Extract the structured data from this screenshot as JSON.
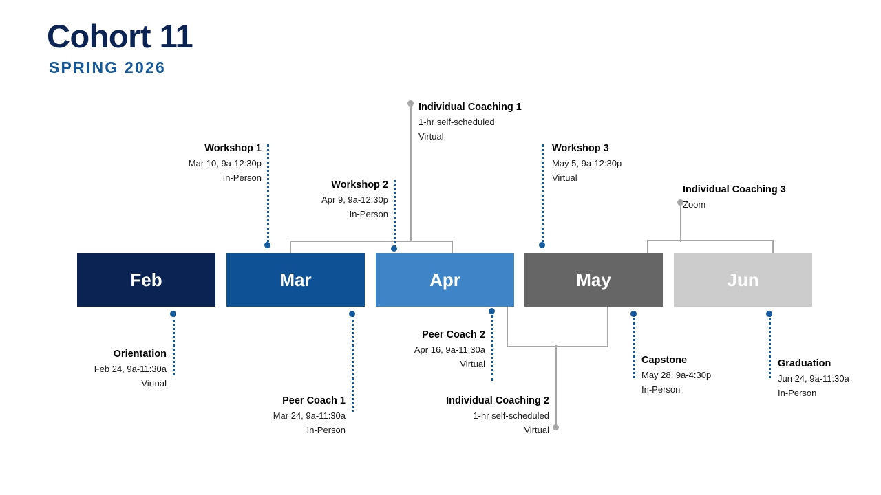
{
  "header": {
    "title": "Cohort 11",
    "subtitle": "SPRING 2026",
    "title_color": "#0A2353",
    "subtitle_color": "#12599C"
  },
  "timeline": {
    "months": [
      {
        "label": "Feb",
        "color": "#0A2353",
        "text_color": "#FFFFFF"
      },
      {
        "label": "Mar",
        "color": "#0F5195",
        "text_color": "#FFFFFF"
      },
      {
        "label": "Apr",
        "color": "#3D85C6",
        "text_color": "#FFFFFF"
      },
      {
        "label": "May",
        "color": "#666666",
        "text_color": "#FFFFFF"
      },
      {
        "label": "Jun",
        "color": "#CCCCCC",
        "text_color": "#FFFFFF"
      }
    ],
    "connector_colors": {
      "dotted": "#12599C",
      "solid": "#A6A6A6",
      "dot_blue": "#135A9E",
      "dot_gray": "#A6A6A6"
    }
  },
  "milestones": {
    "workshop_1": {
      "title": "Workshop 1",
      "date": "Mar 10, 9a-12:30p",
      "mode": "In-Person"
    },
    "workshop_2": {
      "title": "Workshop 2",
      "date": "Apr 9, 9a-12:30p",
      "mode": "In-Person"
    },
    "workshop_3": {
      "title": "Workshop 3",
      "date": "May 5, 9a-12:30p",
      "mode": "Virtual"
    },
    "individual_coaching_1": {
      "title": "Individual Coaching 1",
      "date": "1-hr self-scheduled",
      "mode": "Virtual"
    },
    "individual_coaching_2": {
      "title": "Individual Coaching 2",
      "date": "1-hr self-scheduled",
      "mode": "Virtual"
    },
    "individual_coaching_3": {
      "title": "Individual Coaching 3",
      "mode": "Zoom"
    },
    "orientation": {
      "title": "Orientation",
      "date": "Feb 24, 9a-11:30a",
      "mode": "Virtual"
    },
    "peer_coach_1": {
      "title": "Peer Coach 1",
      "date": "Mar 24, 9a-11:30a",
      "mode": "In-Person"
    },
    "peer_coach_2": {
      "title": "Peer Coach 2",
      "date": "Apr 16, 9a-11:30a",
      "mode": "Virtual"
    },
    "capstone": {
      "title": "Capstone",
      "date": "May 28, 9a-4:30p",
      "mode": "In-Person"
    },
    "graduation": {
      "title": "Graduation",
      "date": "Jun 24, 9a-11:30a",
      "mode": "In-Person"
    }
  }
}
